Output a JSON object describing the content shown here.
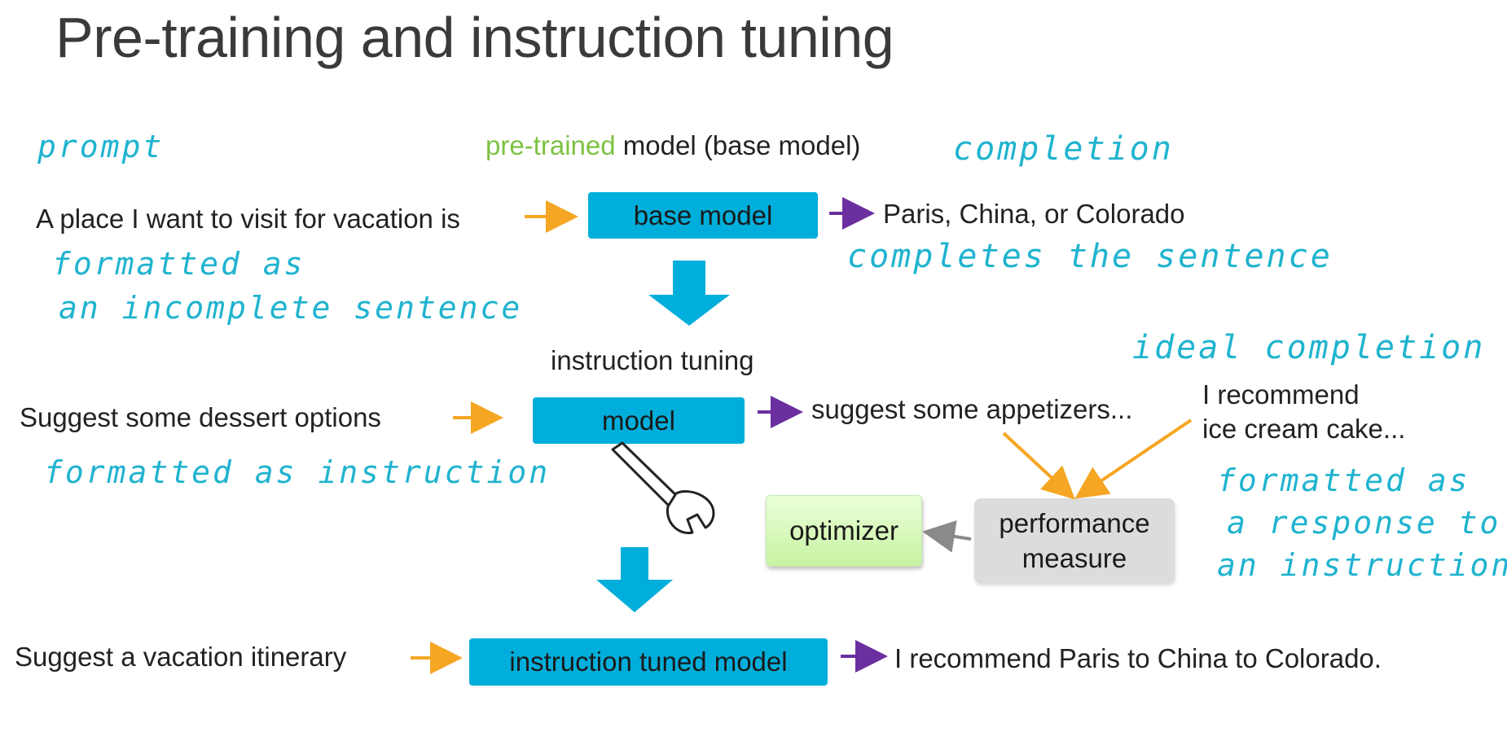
{
  "title": "Pre-training and instruction tuning",
  "header": {
    "pretrained_word": "pre-trained",
    "model_rest": "model (base model)"
  },
  "annotations": {
    "prompt": "prompt",
    "completion": "completion",
    "formatted_incomplete_1": "formatted as",
    "formatted_incomplete_2": "an incomplete sentence",
    "completes_sentence": "completes the sentence",
    "ideal_completion": "ideal completion",
    "formatted_instruction": "formatted as instruction",
    "formatted_response_1": "formatted as",
    "formatted_response_2": "a response to",
    "formatted_response_3": "an instruction"
  },
  "row1": {
    "input": "A place I want to visit for vacation is",
    "box": "base model",
    "output": "Paris, China, or Colorado"
  },
  "instruction_tuning_label": "instruction tuning",
  "row2": {
    "input": "Suggest some dessert options",
    "box": "model",
    "output": "suggest some appetizers...",
    "ideal_line1": "I recommend",
    "ideal_line2": "ice cream cake..."
  },
  "optimizer": "optimizer",
  "performance_measure_line1": "performance",
  "performance_measure_line2": "measure",
  "row3": {
    "input": "Suggest a vacation itinerary",
    "box": "instruction tuned model",
    "output": "I recommend Paris to China to Colorado."
  },
  "colors": {
    "blue_box": "#00aedb",
    "handwriting": "#1fb3cf",
    "orange_arrow": "#f5a623",
    "purple_arrow": "#6b2fa0",
    "green_text": "#7dc243",
    "grey_arrow": "#8a8a8a"
  }
}
